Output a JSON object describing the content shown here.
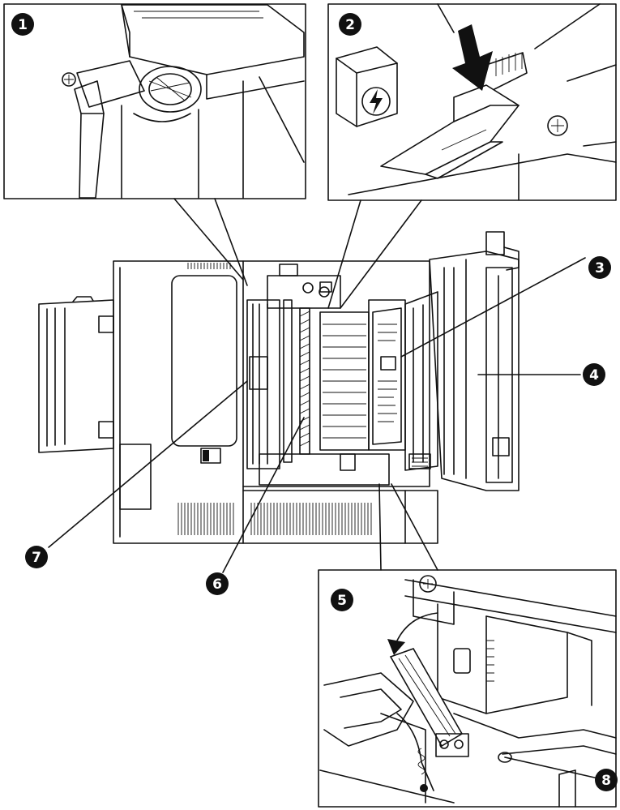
{
  "callouts": [
    {
      "id": "callout-1",
      "label": "1"
    },
    {
      "id": "callout-2",
      "label": "2"
    },
    {
      "id": "callout-3",
      "label": "3"
    },
    {
      "id": "callout-4",
      "label": "4"
    },
    {
      "id": "callout-5",
      "label": "5"
    },
    {
      "id": "callout-6",
      "label": "6"
    },
    {
      "id": "callout-7",
      "label": "7"
    },
    {
      "id": "callout-8",
      "label": "8"
    }
  ],
  "icons": {
    "high-voltage": "lightning-bolt-icon",
    "push-direction": "down-arrow-icon",
    "swing-direction": "curved-arrow-icon"
  }
}
